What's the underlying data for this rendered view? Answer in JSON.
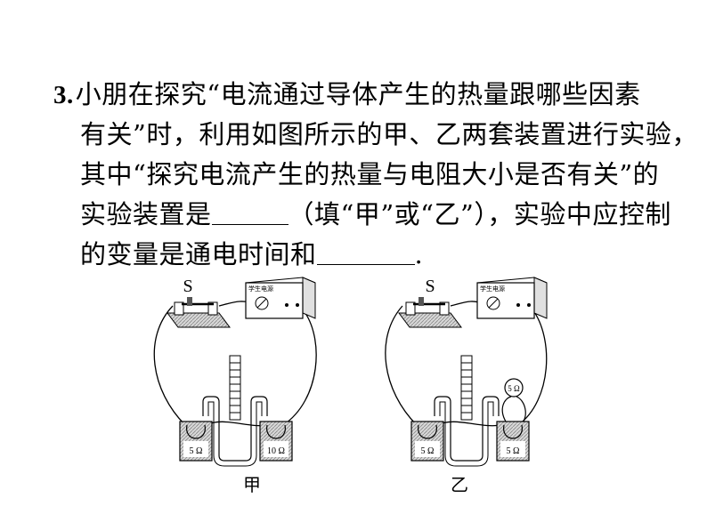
{
  "question": {
    "number": "3.",
    "line1": "小朋在探究“电流通过导体产生的热量跟哪些因素",
    "line2": "有关”时，利用如图所示的甲、乙两套装置进行实验，",
    "line3": "其中“探究电流产生的热量与电阻大小是否有关”的",
    "line4_pre": "实验装置是",
    "line4_post": "（填“甲”或“乙”），实验中应控制",
    "line5_pre": "的变量是通电时间和",
    "line5_post": "."
  },
  "figures": {
    "left": {
      "switch_label": "S",
      "power_label": "学生电源",
      "resistor_left": "5 Ω",
      "resistor_right": "10 Ω",
      "caption": "甲"
    },
    "right": {
      "switch_label": "S",
      "power_label": "学生电源",
      "resistor_left": "5 Ω",
      "resistor_right": "5 Ω",
      "resistor_external": "5 Ω",
      "caption": "乙"
    }
  }
}
